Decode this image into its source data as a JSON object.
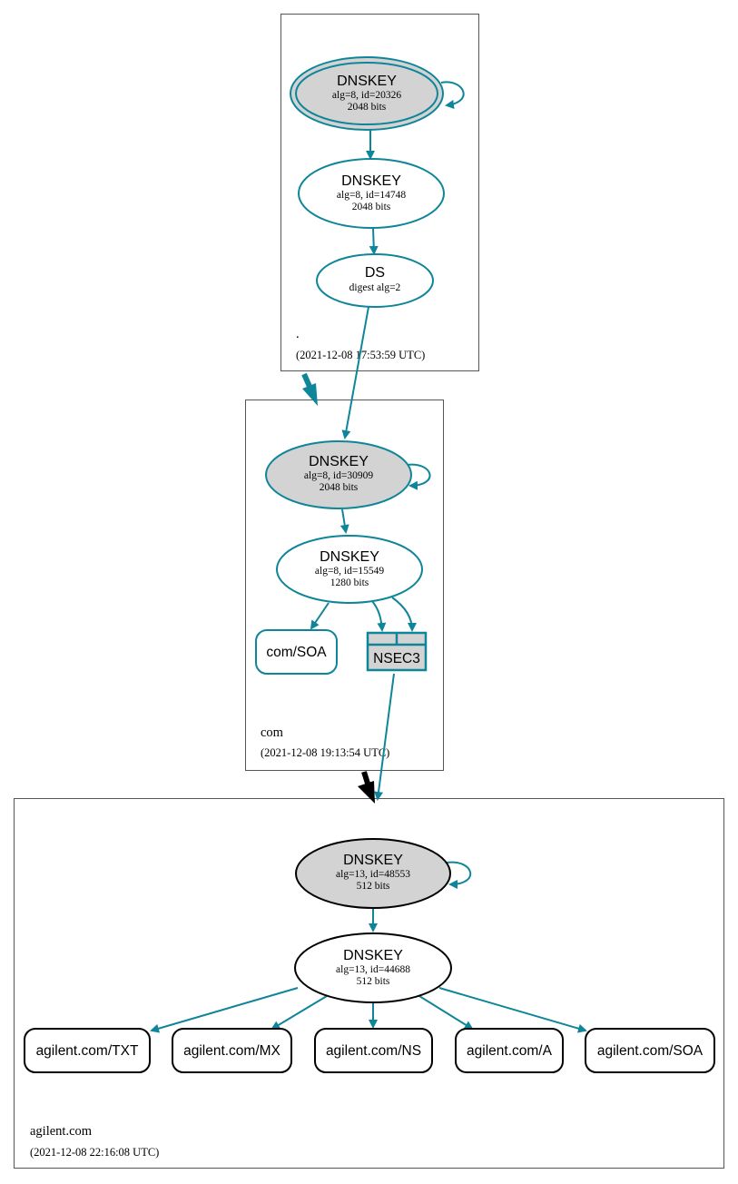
{
  "colors": {
    "edge": "#0f8599",
    "secure_entry_fill": "#d3d3d3",
    "insecure_stroke": "#000000",
    "delegation_insecure": "#000000"
  },
  "zones": {
    "root": {
      "label": ".",
      "timestamp": "(2021-12-08 17:53:59 UTC)"
    },
    "com": {
      "label": "com",
      "timestamp": "(2021-12-08 19:13:54 UTC)"
    },
    "agilent": {
      "label": "agilent.com",
      "timestamp": "(2021-12-08 22:16:08 UTC)"
    }
  },
  "nodes": {
    "root_ksk": {
      "type": "DNSKEY",
      "line1": "alg=8, id=20326",
      "line2": "2048 bits"
    },
    "root_zsk": {
      "type": "DNSKEY",
      "line1": "alg=8, id=14748",
      "line2": "2048 bits"
    },
    "root_ds": {
      "type": "DS",
      "line1": "digest alg=2"
    },
    "com_ksk": {
      "type": "DNSKEY",
      "line1": "alg=8, id=30909",
      "line2": "2048 bits"
    },
    "com_zsk": {
      "type": "DNSKEY",
      "line1": "alg=8, id=15549",
      "line2": "1280 bits"
    },
    "com_soa": {
      "label": "com/SOA"
    },
    "com_nsec3": {
      "label": "NSEC3"
    },
    "ag_ksk": {
      "type": "DNSKEY",
      "line1": "alg=13, id=48553",
      "line2": "512 bits"
    },
    "ag_zsk": {
      "type": "DNSKEY",
      "line1": "alg=13, id=44688",
      "line2": "512 bits"
    },
    "ag_txt": {
      "label": "agilent.com/TXT"
    },
    "ag_mx": {
      "label": "agilent.com/MX"
    },
    "ag_ns": {
      "label": "agilent.com/NS"
    },
    "ag_a": {
      "label": "agilent.com/A"
    },
    "ag_soa": {
      "label": "agilent.com/SOA"
    }
  }
}
